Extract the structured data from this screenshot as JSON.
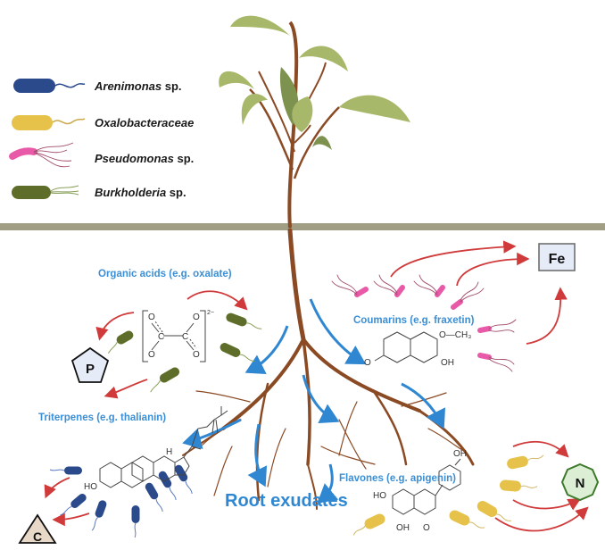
{
  "legend": {
    "items": [
      {
        "name": "Arenimonas",
        "suffix": " sp.",
        "color": "#2b4a8b"
      },
      {
        "name": "Oxalobacteraceae",
        "suffix": "",
        "color": "#e6c24a"
      },
      {
        "name": "Pseudomonas",
        "suffix": " sp.",
        "color": "#e85aa8"
      },
      {
        "name": "Burkholderia",
        "suffix": " sp.",
        "color": "#5e6e2a"
      }
    ]
  },
  "labels": {
    "organic_acids": "Organic acids (e.g. oxalate)",
    "coumarins": "Coumarins (e.g. fraxetin)",
    "triterpenes": "Triterpenes (e.g. thalianin)",
    "flavones": "Flavones (e.g. apigenin)",
    "root_exudates": "Root exudates"
  },
  "chemistry": {
    "oxalate_charge": "2−",
    "oxalate_atoms": {
      "o": "O",
      "c": "C"
    },
    "coumarin_groups": {
      "methoxy": "O—CH₃",
      "hydroxyl": "OH",
      "carbonyl": "O"
    },
    "triterpene_groups": {
      "hydroxyl": "HO",
      "h": "H"
    },
    "flavone_groups": {
      "hydroxyl": "OH",
      "ho": "HO",
      "carbonyl": "O"
    }
  },
  "nutrients": {
    "iron": "Fe",
    "phosphorus": "P",
    "carbon": "C",
    "nitrogen": "N"
  },
  "colors": {
    "ground": "#a09f86",
    "root": "#8a4a24",
    "exudate_arrow": "#2f87d2",
    "nutrient_arrow": "#d03a3a",
    "leaf": "#a8b86a",
    "leaf_dark": "#7e9250"
  }
}
